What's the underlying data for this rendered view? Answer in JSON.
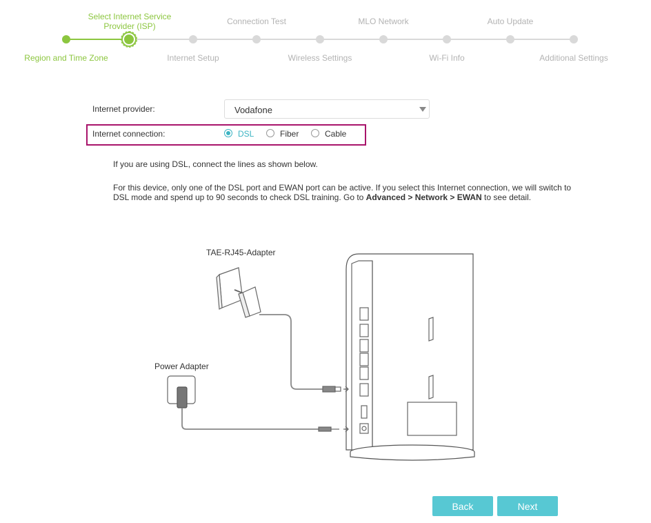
{
  "stepper": {
    "top_steps": [
      {
        "label": "Select Internet Service Provider (ISP)",
        "state": "active"
      },
      {
        "label": "Connection Test",
        "state": "pending"
      },
      {
        "label": "MLO Network",
        "state": "pending"
      },
      {
        "label": "Auto Update",
        "state": "pending"
      }
    ],
    "bottom_steps": [
      {
        "label": "Region and Time Zone",
        "state": "done"
      },
      {
        "label": "Internet Setup",
        "state": "pending"
      },
      {
        "label": "Wireless Settings",
        "state": "pending"
      },
      {
        "label": "Wi-Fi Info",
        "state": "pending"
      },
      {
        "label": "Additional Settings",
        "state": "pending"
      }
    ]
  },
  "form": {
    "provider_label": "Internet provider:",
    "provider_value": "Vodafone",
    "connection_label": "Internet connection:",
    "options": [
      {
        "label": "DSL",
        "checked": true
      },
      {
        "label": "Fiber",
        "checked": false
      },
      {
        "label": "Cable",
        "checked": false
      }
    ]
  },
  "info": {
    "line1": "If you are using DSL, connect the lines as shown below.",
    "line2_a": "For this device, only one of the DSL port and EWAN port can be active. If you select this Internet connection, we will switch to",
    "line2_b": "DSL mode and spend up to 90 seconds to check DSL training. Go to ",
    "line2_bold": "Advanced > Network > EWAN",
    "line2_c": " to see detail."
  },
  "diagram": {
    "adapter_label": "TAE-RJ45-Adapter",
    "power_label": "Power Adapter"
  },
  "buttons": {
    "back": "Back",
    "next": "Next"
  },
  "colors": {
    "accent_green": "#8cc63f",
    "accent_teal": "#57c8d3",
    "highlight": "#a8136a"
  }
}
